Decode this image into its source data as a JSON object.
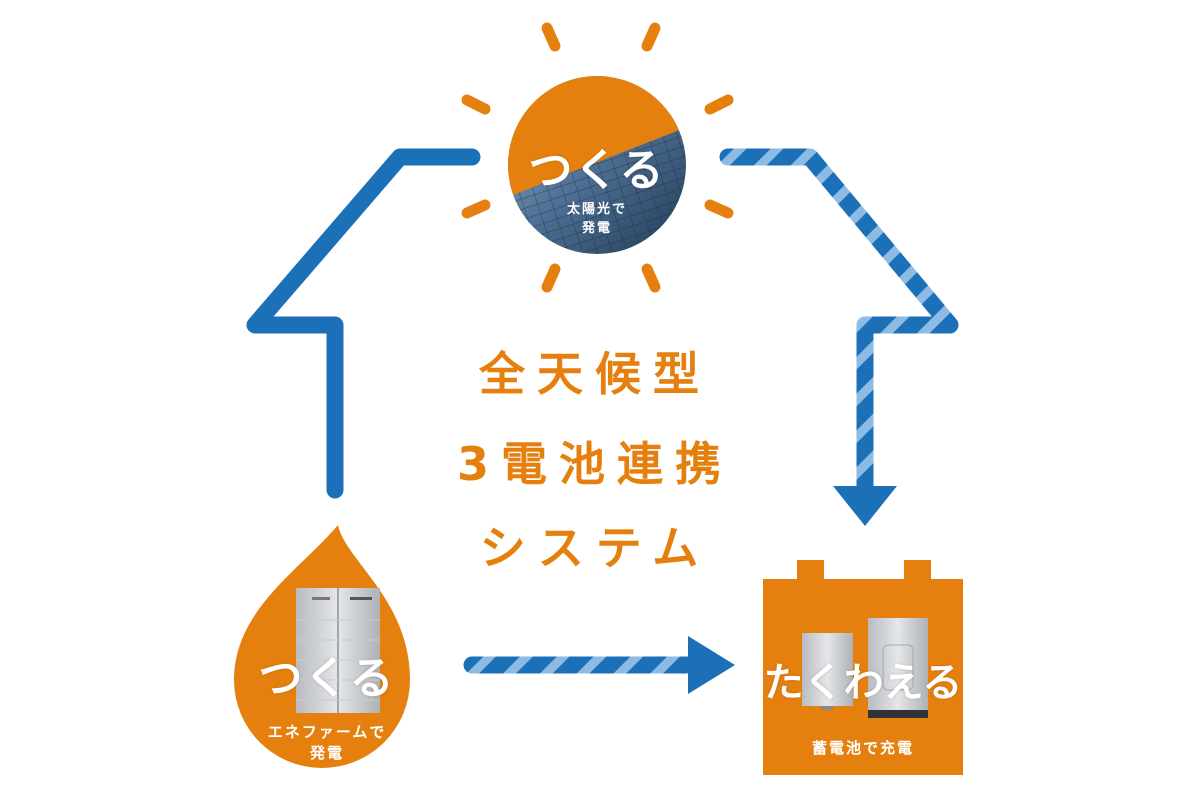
{
  "title_lines": [
    "全天候型",
    "3電池連携",
    "システム"
  ],
  "solar": {
    "label": "つくる",
    "caption_lines": [
      "太陽光で",
      "発電"
    ]
  },
  "enefarm": {
    "label": "つくる",
    "caption_lines": [
      "エネファームで",
      "発電"
    ]
  },
  "battery": {
    "label": "たくわえる",
    "caption": "蓄電池で充電"
  },
  "colors": {
    "orange": "#e5800f",
    "blue": "#1b70b8",
    "stripe_light": "#8dbbe3"
  }
}
